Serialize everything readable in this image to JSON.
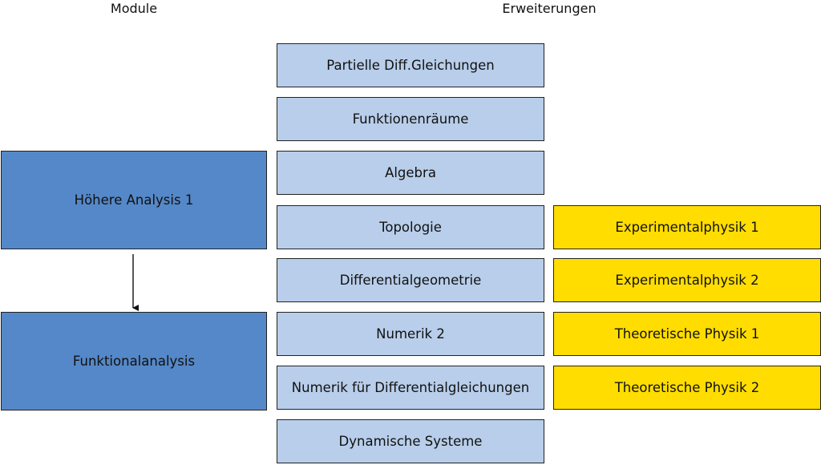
{
  "headers": {
    "modules": "Module",
    "extensions": "Erweiterungen"
  },
  "modules": [
    {
      "label": "Höhere Analysis 1"
    },
    {
      "label": "Funktionalanalysis"
    }
  ],
  "extensions": [
    {
      "label": "Partielle Diff.Gleichungen"
    },
    {
      "label": "Funktionenräume"
    },
    {
      "label": "Algebra"
    },
    {
      "label": "Topologie"
    },
    {
      "label": "Differentialgeometrie"
    },
    {
      "label": "Numerik 2"
    },
    {
      "label": "Numerik für Differentialgleichungen"
    },
    {
      "label": "Dynamische Systeme"
    }
  ],
  "physics": [
    {
      "label": "Experimentalphysik 1"
    },
    {
      "label": "Experimentalphysik 2"
    },
    {
      "label": "Theoretische Physik 1"
    },
    {
      "label": "Theoretische Physik 2"
    }
  ],
  "colors": {
    "module": "#5588c8",
    "extension": "#b8ceea",
    "physics": "#ffdd00"
  }
}
